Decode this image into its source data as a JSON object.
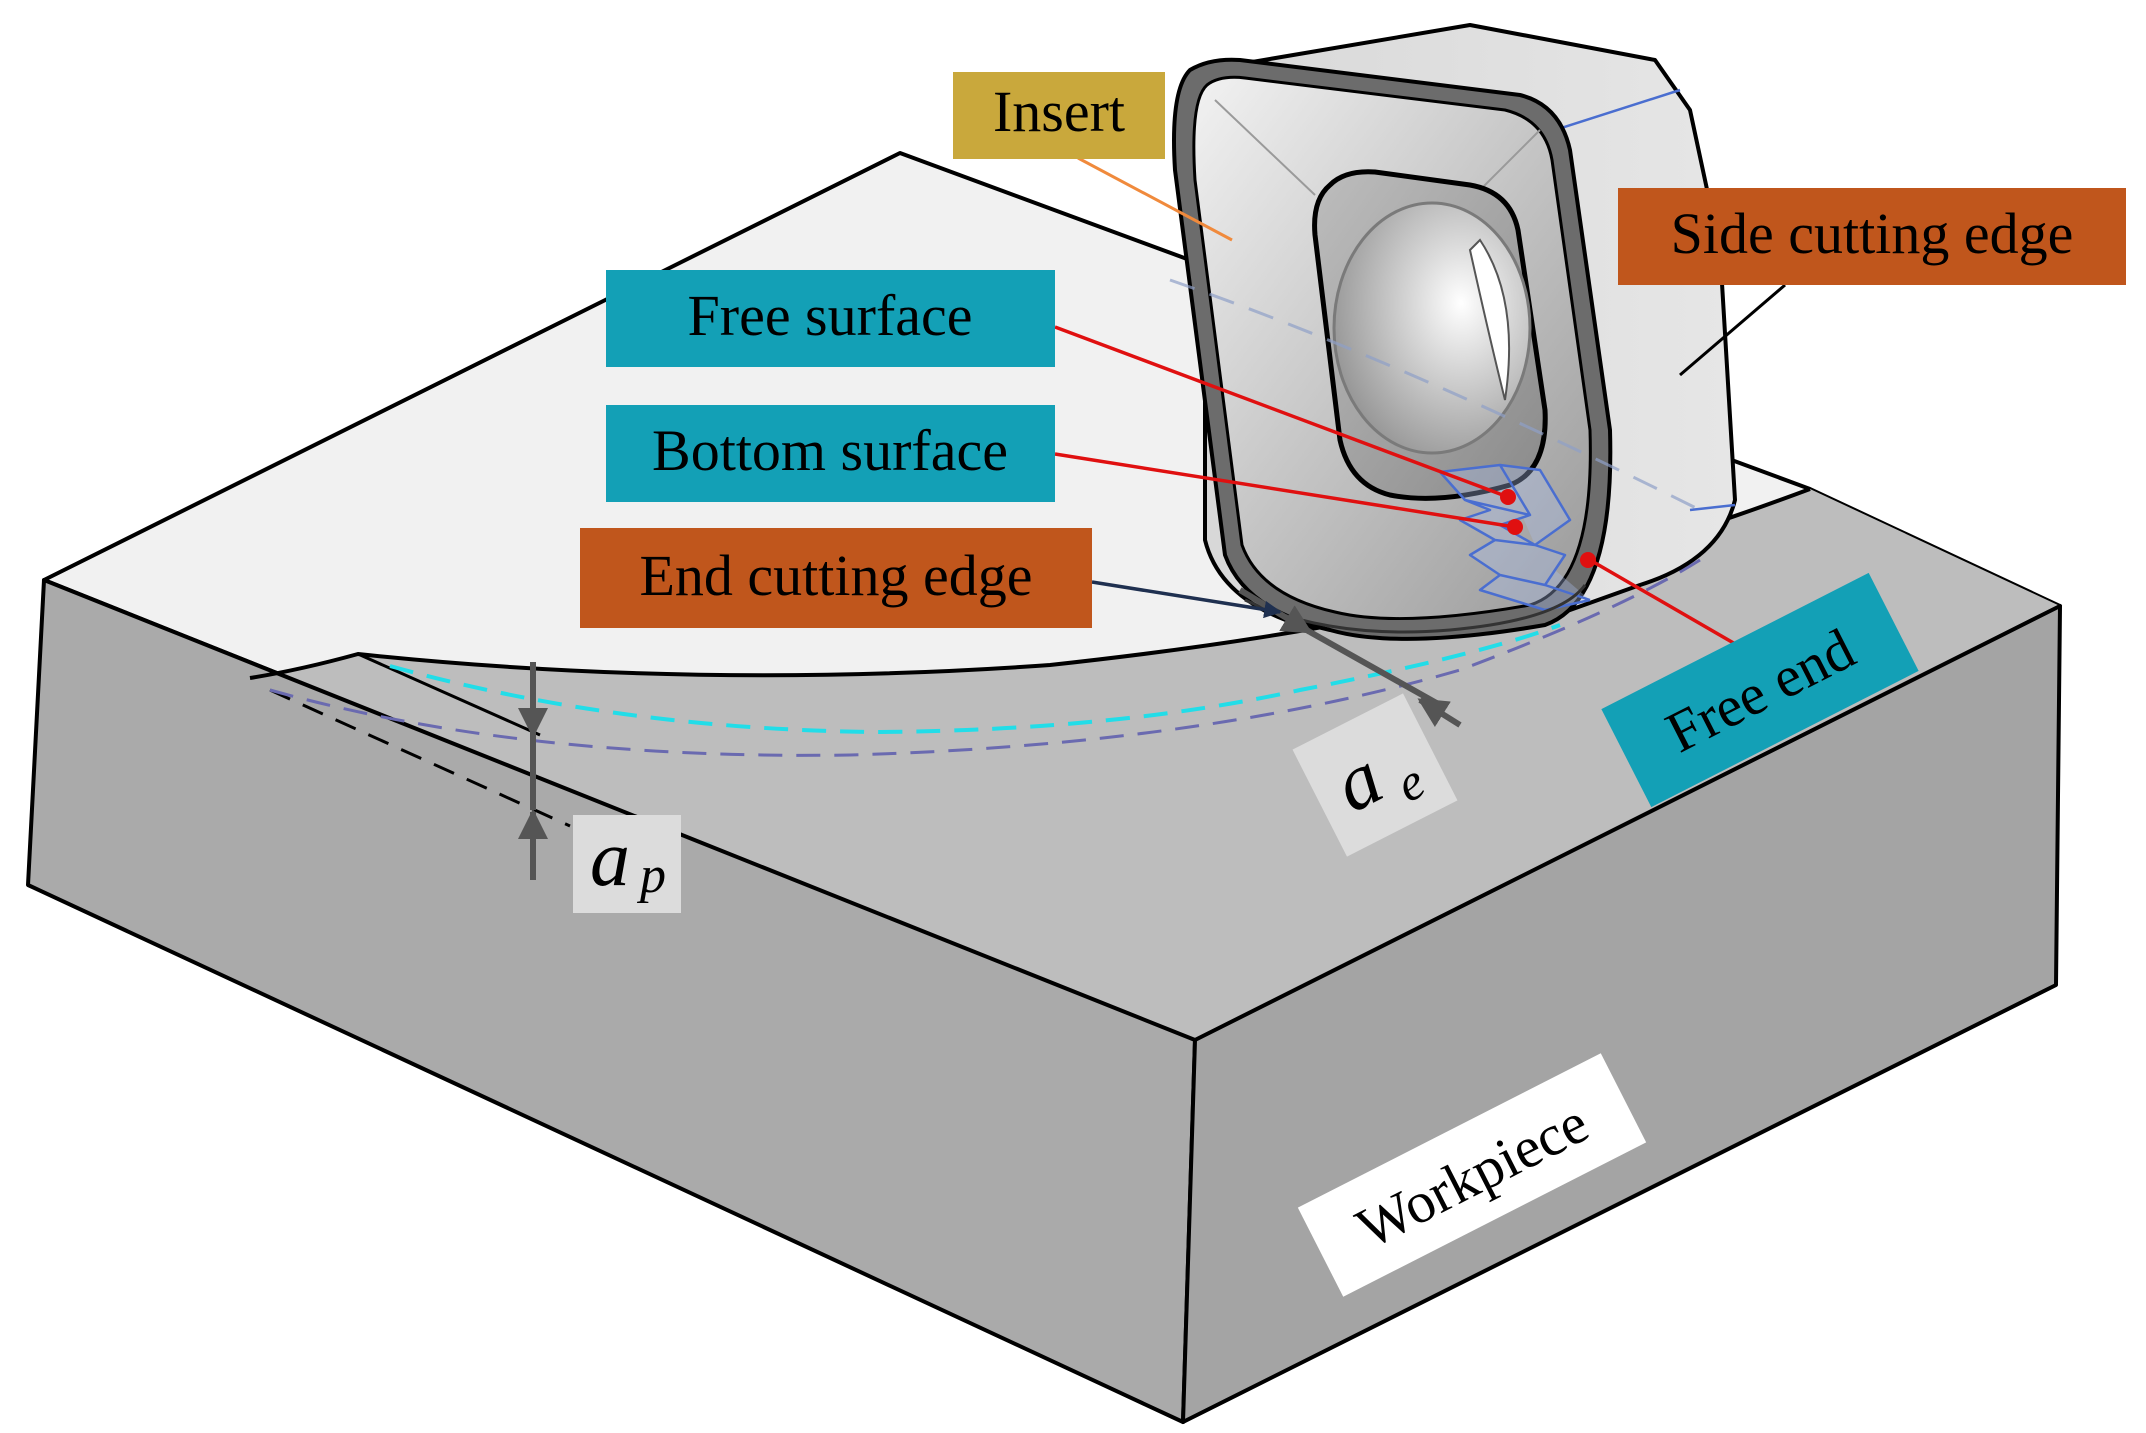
{
  "labels": {
    "insert": "Insert",
    "side_cutting_edge": "Side cutting edge",
    "free_surface": "Free surface",
    "bottom_surface": "Bottom surface",
    "end_cutting_edge": "End cutting edge",
    "free_end": "Free end",
    "workpiece": "Workpiece",
    "ae_symbol": "a",
    "ae_subscript": "e",
    "ap_symbol": "a",
    "ap_subscript": "p"
  },
  "colors": {
    "label_insert": "#c9a83c",
    "label_cutting_edge": "#c0561c",
    "label_surface": "#13a0b6",
    "label_workpiece": "#ffffff",
    "workpiece_top": "#f1f1f1",
    "workpiece_front": "#aaaaaa",
    "workpiece_side": "#a4a4a4",
    "machined_surface": "#bdbdbd",
    "insert_body": "#c8c8c8",
    "leader_red": "#e01010",
    "dash_cyan": "#22dde8",
    "dash_purple": "#6a6ab0"
  }
}
